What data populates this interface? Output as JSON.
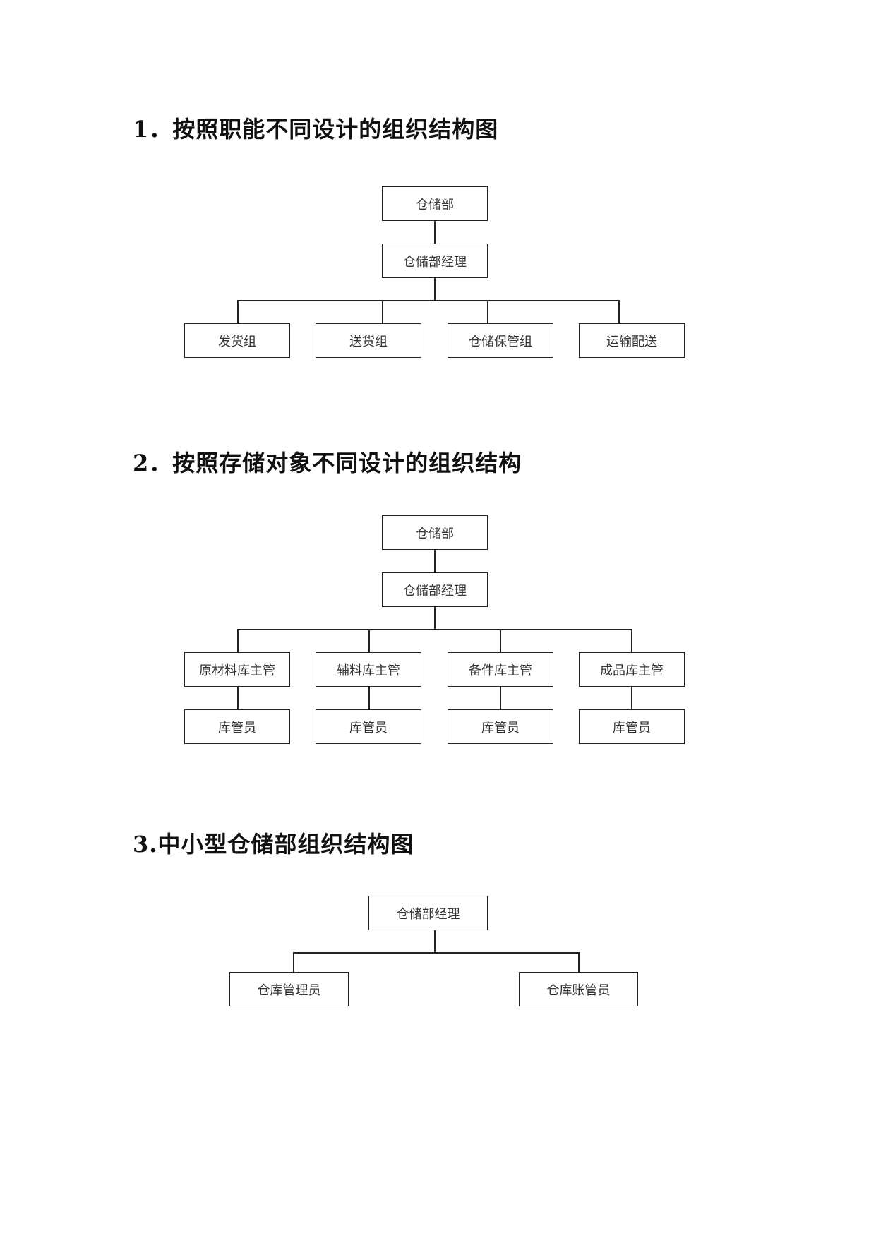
{
  "diagram1": {
    "title": "1．按照职能不同设计的组织结构图",
    "root": "仓储部",
    "manager": "仓储部经理",
    "groups": [
      "发货组",
      "送货组",
      "仓储保管组",
      "运输配送"
    ]
  },
  "diagram2": {
    "title": "2．按照存储对象不同设计的组织结构",
    "root": "仓储部",
    "manager": "仓储部经理",
    "supervisors": [
      "原材料库主管",
      "辅料库主管",
      "备件库主管",
      "成品库主管"
    ],
    "staff": [
      "库管员",
      "库管员",
      "库管员",
      "库管员"
    ]
  },
  "diagram3": {
    "title": "3.中小型仓储部组织结构图",
    "manager": "仓储部经理",
    "staff": [
      "仓库管理员",
      "仓库账管员"
    ]
  }
}
